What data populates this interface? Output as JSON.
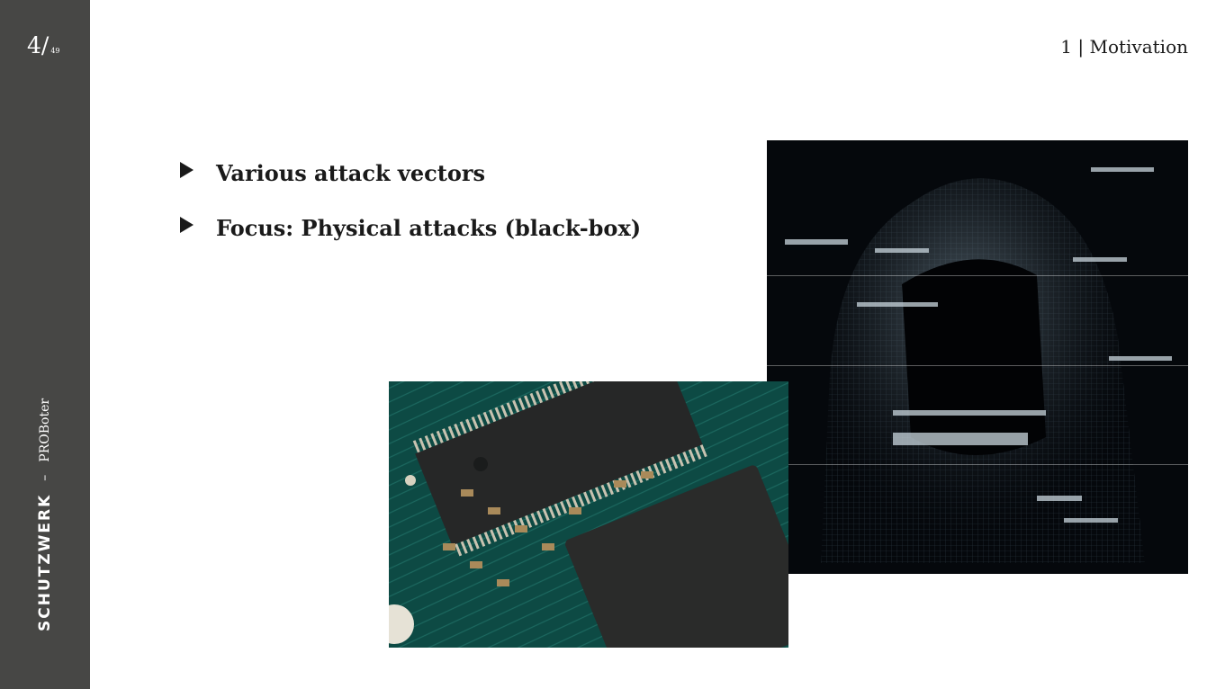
{
  "page": {
    "current": "4",
    "separator": "/",
    "total": "49"
  },
  "sidebar": {
    "brand": "SCHUTZWERK",
    "separator": "–",
    "project": "PROBoter"
  },
  "header": {
    "section": "1 | Motivation"
  },
  "bullets": [
    {
      "text": "Various attack vectors"
    },
    {
      "text": "Focus: Physical attacks (black-box)"
    }
  ],
  "colors": {
    "sidebar": "#474745",
    "text": "#1a1a1a",
    "board": "#0d4a44"
  }
}
